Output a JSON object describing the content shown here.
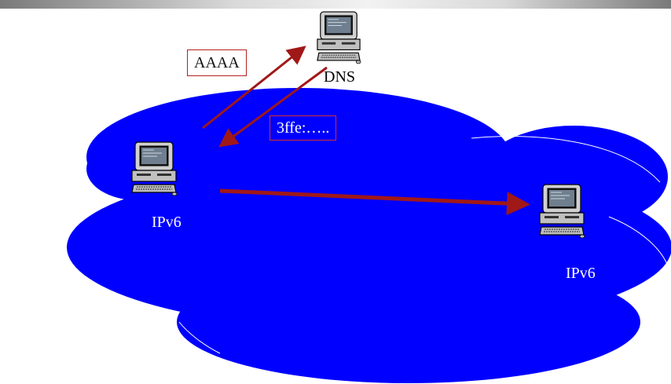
{
  "labels": {
    "dns": "DNS",
    "aaaa_query": "AAAA",
    "aaaa_response": "3ffe:…..",
    "host_left": "IPv6",
    "host_right": "IPv6"
  },
  "colors": {
    "cloud": "#0000ff",
    "arrow": "#a01818",
    "box_border": "#b22222"
  },
  "icons": {
    "dns_server": "computer-icon",
    "host_left": "computer-icon",
    "host_right": "computer-icon"
  }
}
